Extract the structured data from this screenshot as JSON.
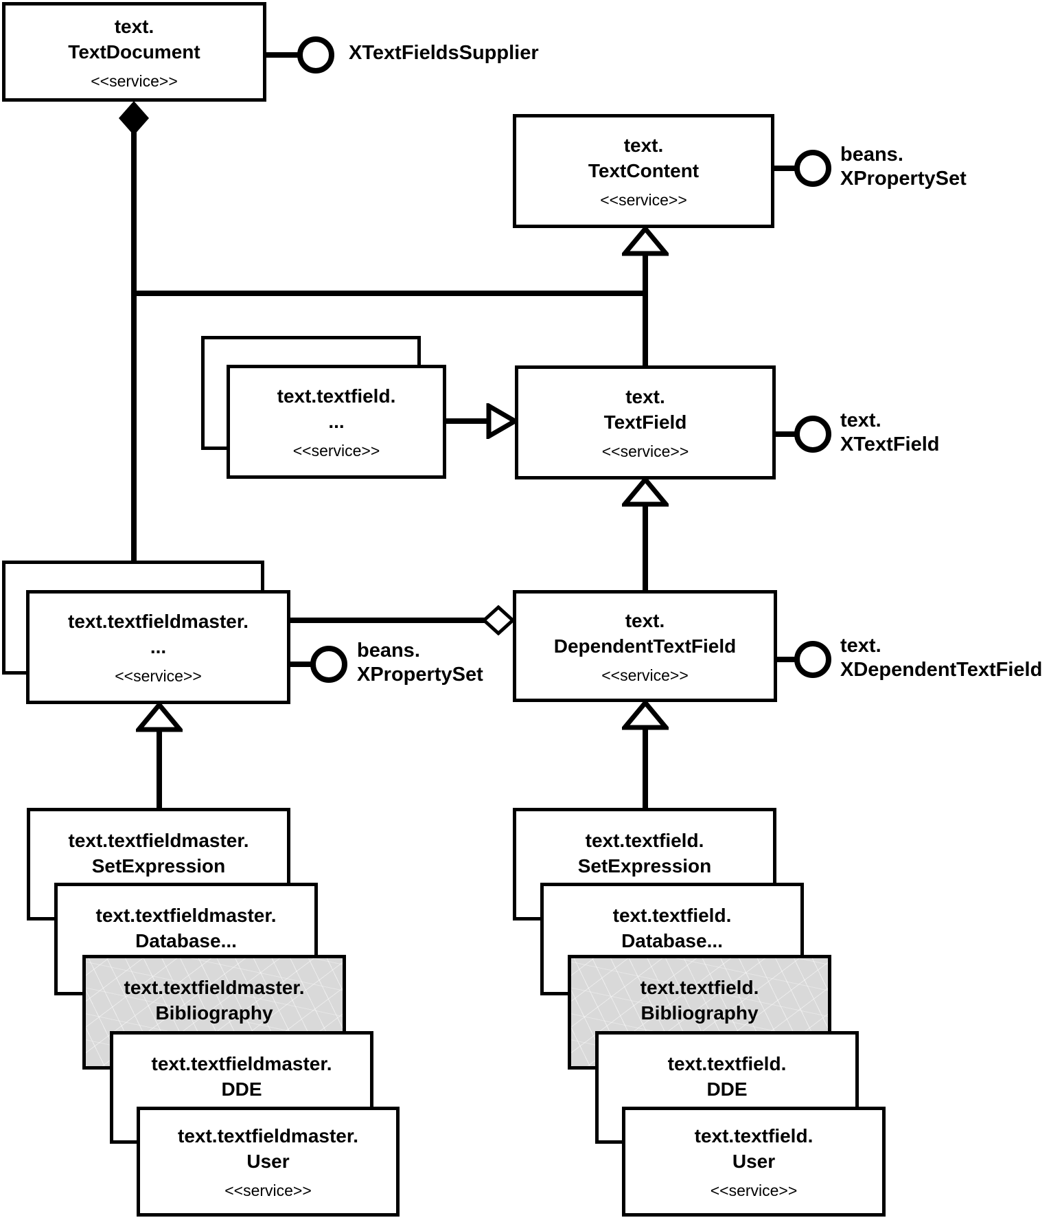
{
  "colors": {
    "ink": "#000000",
    "paper": "#ffffff",
    "biblio": "#d9d9d9"
  },
  "boxes": {
    "text_document": {
      "line1": "text.",
      "line2": "TextDocument",
      "stereotype": "<<service>>"
    },
    "text_content": {
      "line1": "text.",
      "line2": "TextContent",
      "stereotype": "<<service>>"
    },
    "textfield_generic": {
      "line1": "text.textfield.",
      "line2": "...",
      "stereotype": "<<service>>"
    },
    "text_field": {
      "line1": "text.",
      "line2": "TextField",
      "stereotype": "<<service>>"
    },
    "textfieldmaster_generic": {
      "line1": "text.textfieldmaster.",
      "line2": "...",
      "stereotype": "<<service>>"
    },
    "dependent_text_field": {
      "line1": "text.",
      "line2": "DependentTextField",
      "stereotype": "<<service>>"
    }
  },
  "master_stack": {
    "set_expression": {
      "line1": "text.textfieldmaster.",
      "line2": "SetExpression"
    },
    "database": {
      "line1": "text.textfieldmaster.",
      "line2": "Database..."
    },
    "bibliography": {
      "line1": "text.textfieldmaster.",
      "line2": "Bibliography"
    },
    "dde": {
      "line1": "text.textfieldmaster.",
      "line2": "DDE"
    },
    "user": {
      "line1": "text.textfieldmaster.",
      "line2": "User",
      "stereotype": "<<service>>"
    }
  },
  "field_stack": {
    "set_expression": {
      "line1": "text.textfield.",
      "line2": "SetExpression"
    },
    "database": {
      "line1": "text.textfield.",
      "line2": "Database..."
    },
    "bibliography": {
      "line1": "text.textfield.",
      "line2": "Bibliography"
    },
    "dde": {
      "line1": "text.textfield.",
      "line2": "DDE"
    },
    "user": {
      "line1": "text.textfield.",
      "line2": "User",
      "stereotype": "<<service>>"
    }
  },
  "interfaces": {
    "supplier": {
      "line1": "XTextFieldsSupplier"
    },
    "propertyset_top": {
      "line1": "beans.",
      "line2": "XPropertySet"
    },
    "xtextfield": {
      "line1": "text.",
      "line2": "XTextField"
    },
    "propertyset_master": {
      "line1": "beans.",
      "line2": "XPropertySet"
    },
    "xdependenttextfield": {
      "line1": "text.",
      "line2": "XDependentTextField"
    }
  }
}
